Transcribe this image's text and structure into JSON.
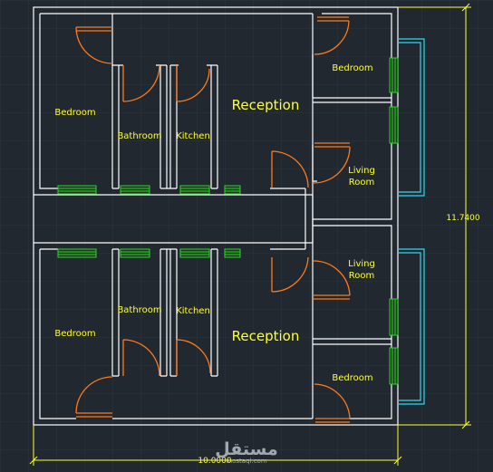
{
  "colors": {
    "background": "#212830",
    "grid": "#2c3440",
    "wall": "#ffffff",
    "door": "#ff7a1a",
    "window": "#2fd42f",
    "balcony": "#30d8f0",
    "label": "#ffff33",
    "dimension": "#ffff33",
    "watermark": "#b8bec6"
  },
  "units": {
    "upper": {
      "bedroom_left": "Bedroom",
      "bathroom": "Bathroom",
      "kitchen": "Kitchen",
      "reception": "Reception",
      "bedroom_right": "Bedroom",
      "living_line1": "Living",
      "living_line2": "Room"
    },
    "lower": {
      "bedroom_left": "Bedroom",
      "bathroom": "Bathroom",
      "kitchen": "Kitchen",
      "reception": "Reception",
      "bedroom_right": "Bedroom",
      "living_line1": "Living",
      "living_line2": "Room"
    }
  },
  "dimensions": {
    "height": "11.7400",
    "width": "10.0000"
  },
  "watermark": {
    "arabic": "مستقل",
    "url": "mostaql.com"
  }
}
